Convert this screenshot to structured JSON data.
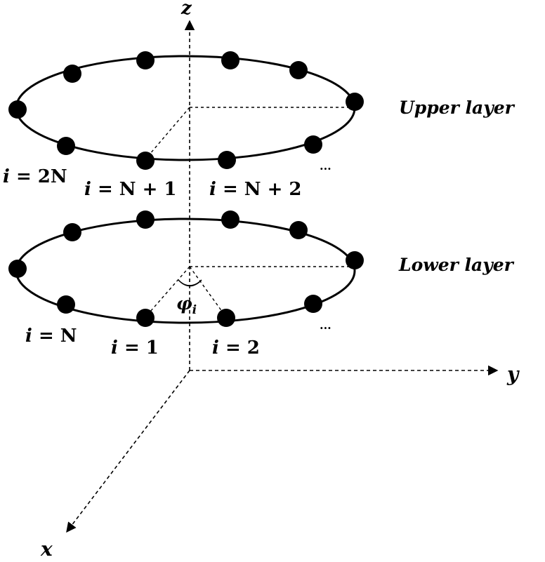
{
  "axes": {
    "z": "z",
    "y": "y",
    "x": "x"
  },
  "layers": {
    "upper": "Upper layer",
    "lower": "Lower layer"
  },
  "angle": {
    "symbol": "φ",
    "subscript": "i"
  },
  "index_labels": {
    "upper_2n": {
      "italic": "i",
      "rest": " = 2N"
    },
    "upper_n1": {
      "italic": "i",
      "rest": " = N + 1"
    },
    "upper_n2": {
      "italic": "i",
      "rest": " = N + 2"
    },
    "lower_n": {
      "italic": "i",
      "rest": " = N"
    },
    "lower_1": {
      "italic": "i",
      "rest": " = 1"
    },
    "lower_2": {
      "italic": "i",
      "rest": " = 2"
    }
  },
  "ellipsis": "···"
}
